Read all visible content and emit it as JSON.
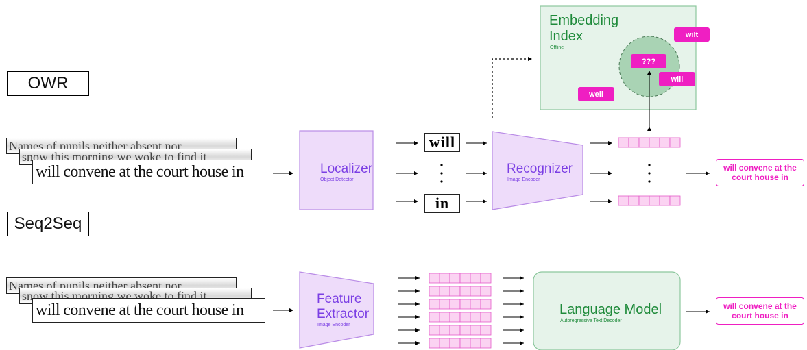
{
  "owr": {
    "mode_label": "OWR",
    "scan_lines": [
      "Names of pupils neither absent nor",
      "snow this morning we woke to find it",
      "will convene at the court house in"
    ],
    "localizer": {
      "title": "Localizer",
      "subtitle": "Object Detector"
    },
    "word_crops": [
      "will",
      "in"
    ],
    "recognizer": {
      "title": "Recognizer",
      "subtitle": "Image Encoder"
    },
    "embedding_index": {
      "title_line1": "Embedding",
      "title_line2": "Index",
      "subtitle": "Offline",
      "tags": [
        "wilt",
        "???",
        "will",
        "well"
      ]
    },
    "output": "will convene at the court house in"
  },
  "seq2seq": {
    "mode_label": "Seq2Seq",
    "scan_lines": [
      "Names of pupils neither absent nor",
      "snow this morning we woke to find it",
      "will convene at the court house in"
    ],
    "feature_extractor": {
      "title_line1": "Feature",
      "title_line2": "Extractor",
      "subtitle": "Image Encoder"
    },
    "language_model": {
      "title": "Language Model",
      "subtitle": "Autoregressive Text Decoder"
    },
    "output": "will convene at the court house in"
  },
  "colors": {
    "purple_fill": "#eedcfa",
    "purple_stroke": "#b98be6",
    "purple_text": "#7b3fe4",
    "green_fill": "#e6f3ea",
    "green_stroke": "#8cc79d",
    "green_text": "#1e8a3a",
    "magenta": "#ef1fc2",
    "cell_fill": "#fbd3f2"
  }
}
